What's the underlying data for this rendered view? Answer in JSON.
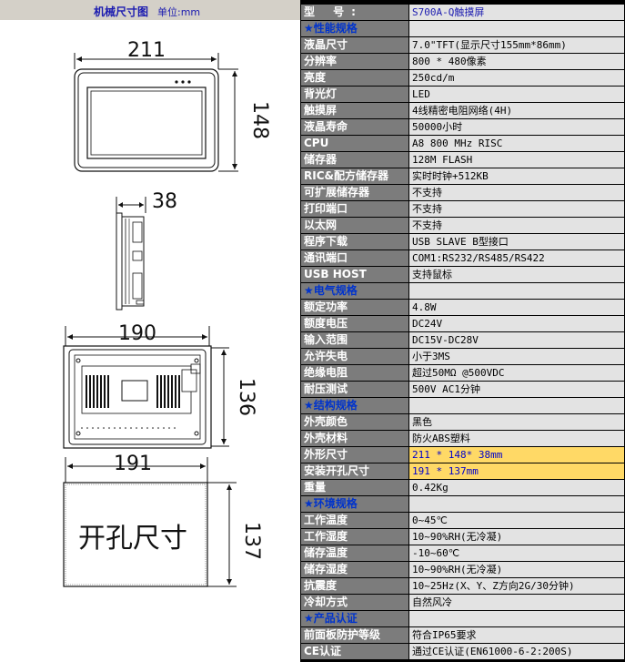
{
  "left_header": {
    "title": "机械尺寸图",
    "unit": "单位:mm"
  },
  "dimensions": {
    "front_width": "211",
    "front_height": "148",
    "side_depth": "38",
    "back_width": "190",
    "back_height": "136",
    "cutout_width": "191",
    "cutout_height": "137",
    "cutout_label": "开孔尺寸"
  },
  "spec_rows": [
    {
      "type": "model",
      "key": "型  号:",
      "value": "S700A-Q触摸屏"
    },
    {
      "type": "section",
      "key": "性能规格",
      "value": ""
    },
    {
      "type": "row",
      "key": "液晶尺寸",
      "value": "7.0\"TFT(显示尺寸155mm*86mm)"
    },
    {
      "type": "row",
      "key": "分辨率",
      "value": "800 * 480像素"
    },
    {
      "type": "row",
      "key": "亮度",
      "value": "250cd/m"
    },
    {
      "type": "row",
      "key": "背光灯",
      "value": "LED"
    },
    {
      "type": "row",
      "key": "触摸屏",
      "value": "4线精密电阻网络(4H)"
    },
    {
      "type": "row",
      "key": "液晶寿命",
      "value": "50000小时"
    },
    {
      "type": "row",
      "key": "CPU",
      "value": "A8 800 MHz RISC"
    },
    {
      "type": "row",
      "key": "储存器",
      "value": "128M FLASH"
    },
    {
      "type": "row",
      "key": "RIC&配方储存器",
      "value": "实时时钟+512KB"
    },
    {
      "type": "row",
      "key": "可扩展储存器",
      "value": "不支持"
    },
    {
      "type": "row",
      "key": "打印端口",
      "value": "不支持"
    },
    {
      "type": "row",
      "key": "以太网",
      "value": "不支持"
    },
    {
      "type": "row",
      "key": "程序下载",
      "value": " USB SLAVE B型接口"
    },
    {
      "type": "row",
      "key": "通讯端口",
      "value": "COM1:RS232/RS485/RS422"
    },
    {
      "type": "row",
      "key": "USB HOST",
      "value": "支持鼠标"
    },
    {
      "type": "section",
      "key": "电气规格",
      "value": ""
    },
    {
      "type": "row",
      "key": "额定功率",
      "value": "4.8W"
    },
    {
      "type": "row",
      "key": "额度电压",
      "value": "DC24V"
    },
    {
      "type": "row",
      "key": "输入范围",
      "value": "DC15V-DC28V"
    },
    {
      "type": "row",
      "key": "允许失电",
      "value": "小于3MS"
    },
    {
      "type": "row",
      "key": "绝缘电阻",
      "value": "超过50MΩ @500VDC"
    },
    {
      "type": "row",
      "key": "耐压测试",
      "value": "500V AC1分钟"
    },
    {
      "type": "section",
      "key": "结构规格",
      "value": ""
    },
    {
      "type": "row",
      "key": "外壳颜色",
      "value": "黑色"
    },
    {
      "type": "row",
      "key": "外壳材料",
      "value": "防火ABS塑料"
    },
    {
      "type": "highlight",
      "key": "外形尺寸",
      "value": "211 * 148* 38mm"
    },
    {
      "type": "highlight",
      "key": "安装开孔尺寸",
      "value": "191 * 137mm"
    },
    {
      "type": "row",
      "key": "重量",
      "value": "0.42Kg"
    },
    {
      "type": "section",
      "key": "环境规格",
      "value": ""
    },
    {
      "type": "row",
      "key": "工作温度",
      "value": "0~45℃"
    },
    {
      "type": "row",
      "key": "工作湿度",
      "value": "10~90%RH(无冷凝)"
    },
    {
      "type": "row",
      "key": "储存温度",
      "value": "-10~60℃"
    },
    {
      "type": "row",
      "key": "储存湿度",
      "value": "10~90%RH(无冷凝)"
    },
    {
      "type": "row",
      "key": "抗震度",
      "value": "10~25Hz(X、Y、Z方向2G/30分钟)"
    },
    {
      "type": "row",
      "key": "冷却方式",
      "value": "自然风冷"
    },
    {
      "type": "section",
      "key": "产品认证",
      "value": ""
    },
    {
      "type": "row",
      "key": "前面板防护等级",
      "value": "符合IP65要求"
    },
    {
      "type": "row",
      "key": "CE认证",
      "value": "通过CE认证(EN61000-6-2:200S)"
    }
  ]
}
